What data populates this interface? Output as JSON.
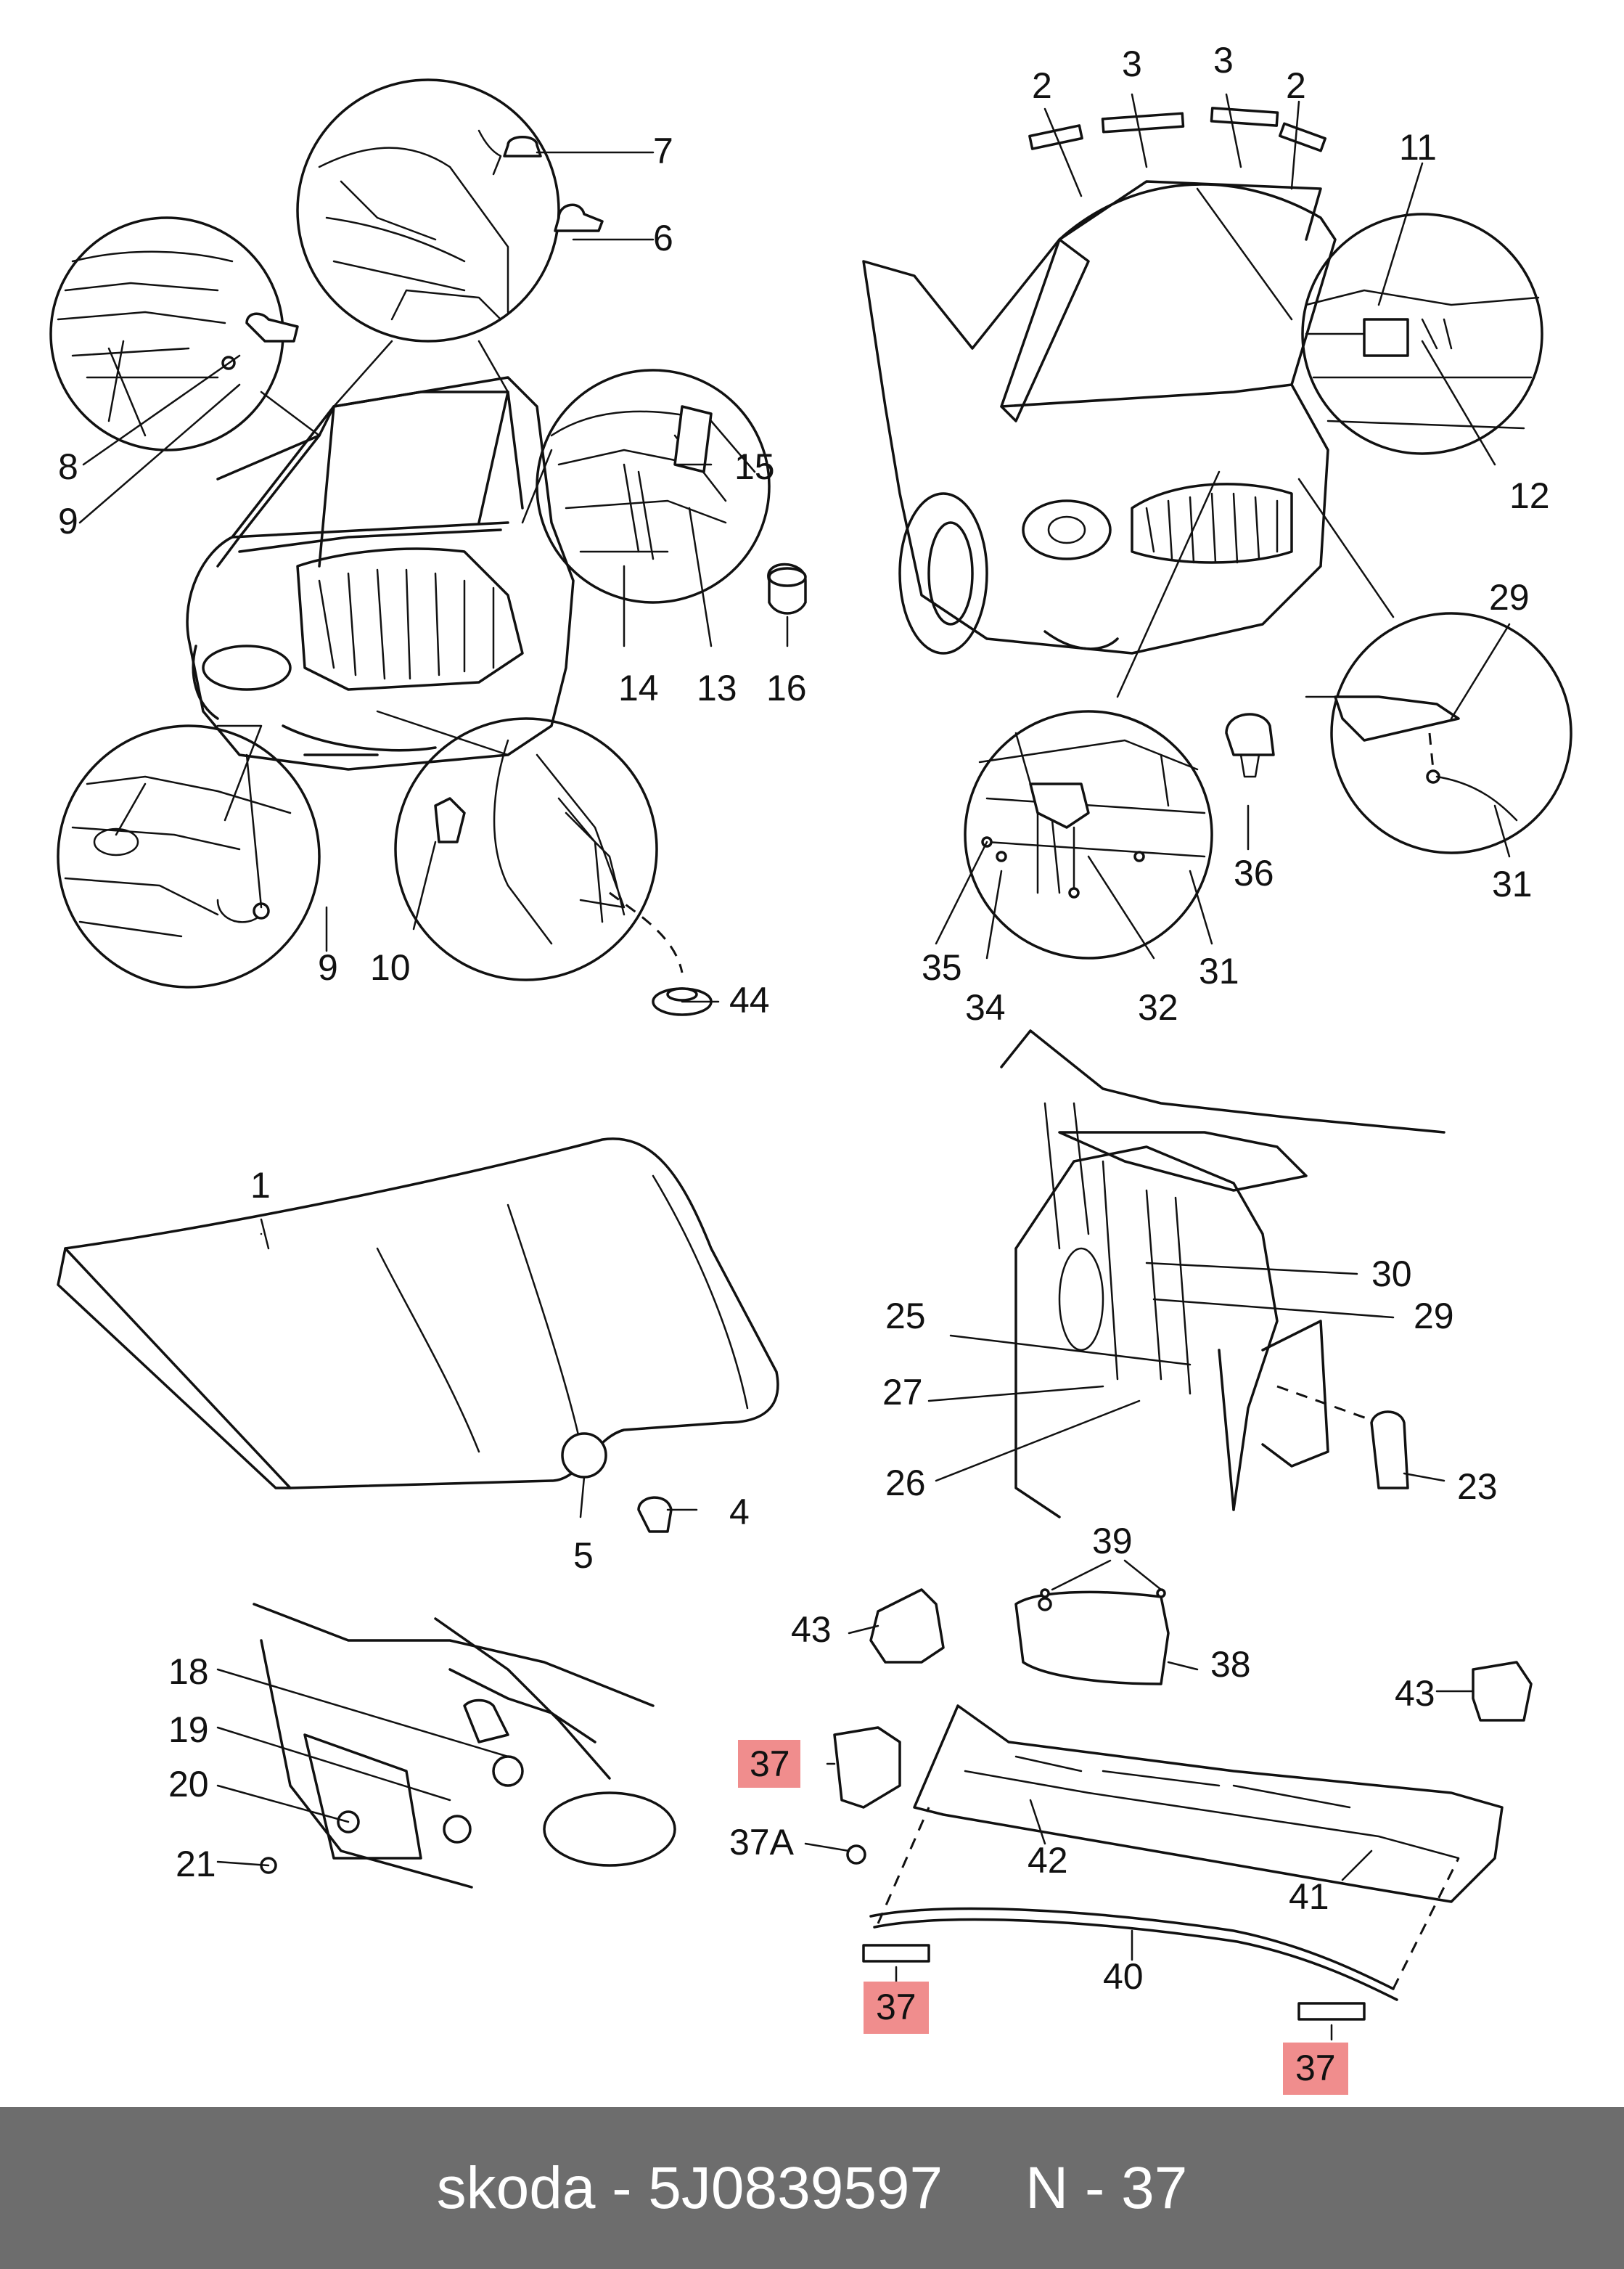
{
  "footer": {
    "text": "skoda - 5J0839597     N - 37"
  },
  "callouts": {
    "c1": "1",
    "c2a": "2",
    "c2b": "2",
    "c3a": "3",
    "c3b": "3",
    "c4": "4",
    "c5": "5",
    "c6": "6",
    "c7": "7",
    "c8": "8",
    "c9a": "9",
    "c9b": "9",
    "c10": "10",
    "c11": "11",
    "c12": "12",
    "c13": "13",
    "c14": "14",
    "c15": "15",
    "c16": "16",
    "c18": "18",
    "c19": "19",
    "c20": "20",
    "c21": "21",
    "c23": "23",
    "c25": "25",
    "c26": "26",
    "c27": "27",
    "c29a": "29",
    "c29b": "29",
    "c30": "30",
    "c31a": "31",
    "c31b": "31",
    "c32": "32",
    "c34": "34",
    "c35": "35",
    "c36": "36",
    "c37a": "37",
    "c37b": "37",
    "c37c": "37",
    "c37A": "37A",
    "c38": "38",
    "c39": "39",
    "c40": "40",
    "c41": "41",
    "c42": "42",
    "c43a": "43",
    "c43b": "43",
    "c44": "44"
  },
  "highlight_color": "#f08d8d"
}
